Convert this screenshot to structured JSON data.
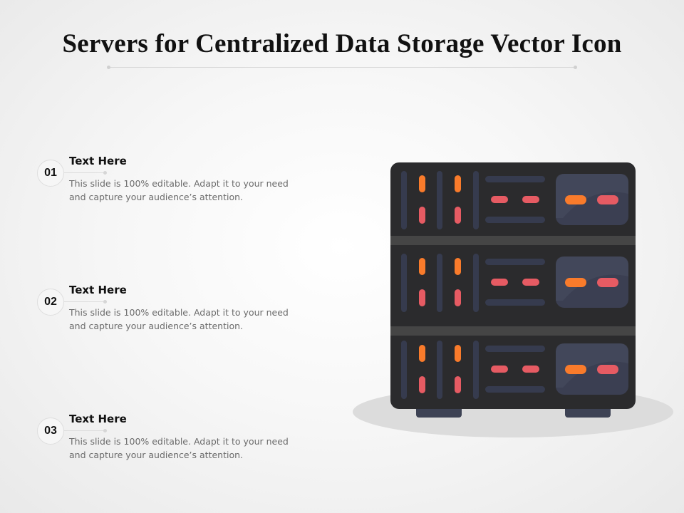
{
  "slide": {
    "title": "Servers for Centralized Data Storage Vector Icon"
  },
  "items": [
    {
      "number": "01",
      "heading": "Text Here",
      "body": "This slide is 100% editable. Adapt it to your need and capture your audience’s attention."
    },
    {
      "number": "02",
      "heading": "Text Here",
      "body": "This slide is 100% editable. Adapt it to your need and capture your audience’s attention."
    },
    {
      "number": "03",
      "heading": "Text Here",
      "body": "This slide is 100% editable. Adapt it to your need and capture your audience’s attention."
    }
  ],
  "illustration": {
    "icon": "server-rack-icon",
    "colors": {
      "cabinet": "#2b2b2d",
      "divider": "#454545",
      "slot": "#363b4e",
      "panel": "#3b3f52",
      "orange": "#f97b2b",
      "red": "#e65b63",
      "shadow": "#dcdcdc",
      "feet": "#3d4254"
    }
  }
}
